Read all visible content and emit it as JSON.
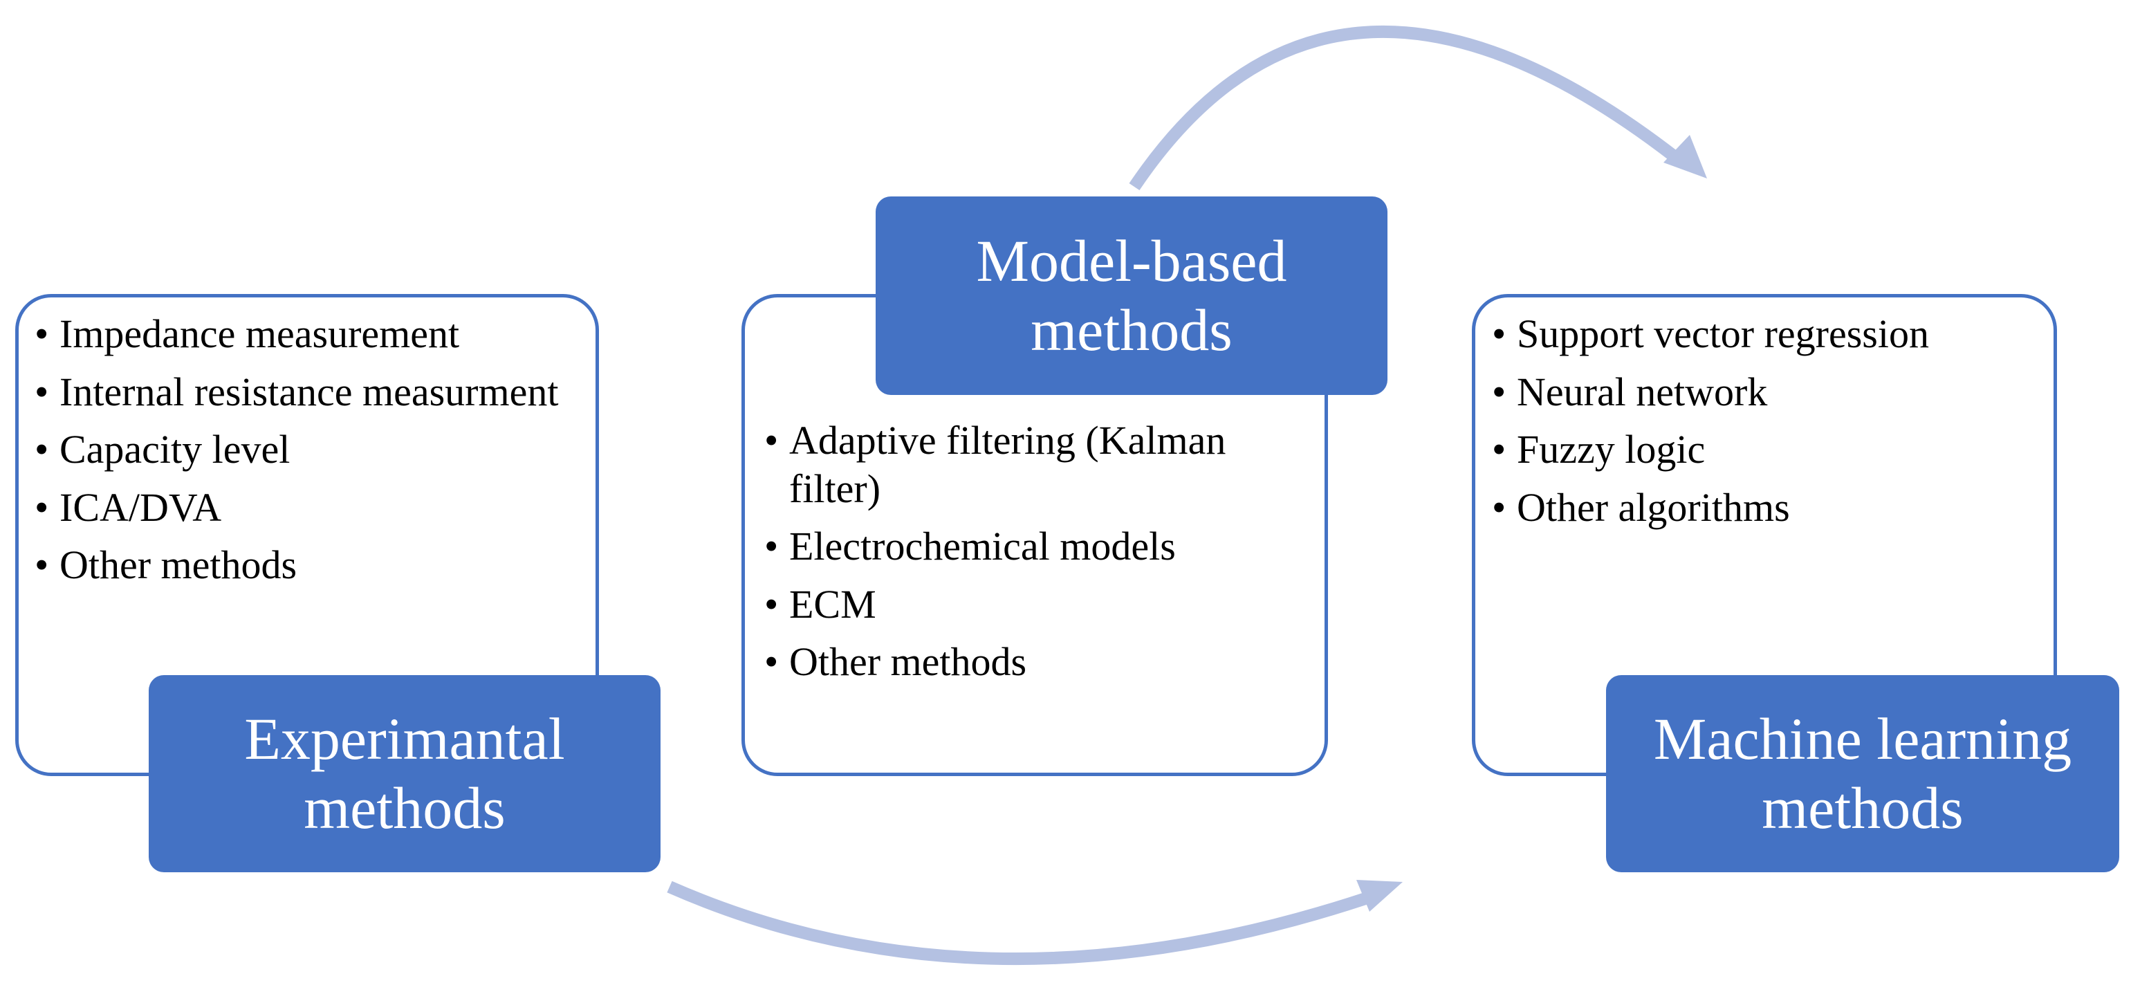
{
  "colors": {
    "accent": "#4472c4",
    "arrow": "#b4c1e2",
    "text": "#000000",
    "title_text": "#ffffff"
  },
  "experimental": {
    "title_line1": "Experimantal",
    "title_line2": "methods",
    "items": [
      "Impedance measurement",
      "Internal resistance measurment",
      "Capacity level",
      "ICA/DVA",
      "Other methods"
    ]
  },
  "model_based": {
    "title_line1": "Model-based",
    "title_line2": "methods",
    "items": [
      "Adaptive filtering (Kalman filter)",
      "Electrochemical models",
      "ECM",
      "Other methods"
    ]
  },
  "machine_learning": {
    "title_line1": "Machine learning",
    "title_line2": "methods",
    "items": [
      "Support vector regression",
      "Neural network",
      "Fuzzy logic",
      "Other algorithms"
    ]
  }
}
